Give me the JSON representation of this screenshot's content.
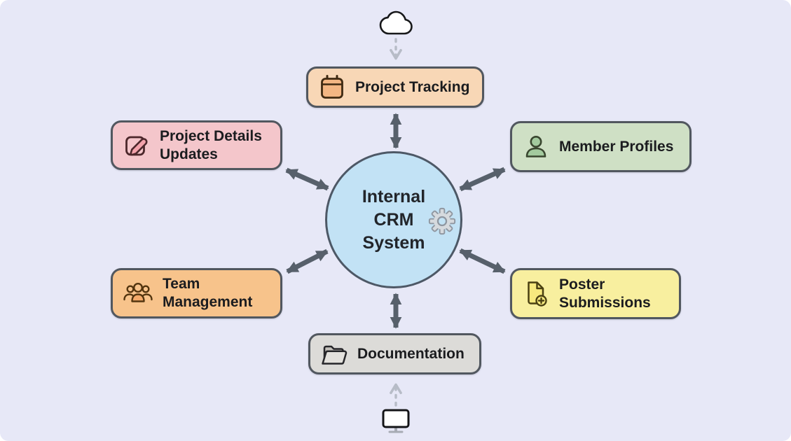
{
  "diagram": {
    "title": "Internal CRM System",
    "hub": {
      "title_lines": [
        "Internal",
        "CRM",
        "System"
      ],
      "icon": "gear-icon",
      "fill": "#c2e2f5"
    },
    "nodes": [
      {
        "id": "project-tracking",
        "label": "Project Tracking",
        "icon": "calendar-icon",
        "fill": "#f8d7b6",
        "position": "top"
      },
      {
        "id": "project-details-updates",
        "label": "Project Details Updates",
        "icon": "edit-pencil-icon",
        "fill": "#f4c6cb",
        "position": "upper-left"
      },
      {
        "id": "member-profiles",
        "label": "Member Profiles",
        "icon": "person-icon",
        "fill": "#cfe0c5",
        "position": "upper-right"
      },
      {
        "id": "team-management",
        "label": "Team Management",
        "icon": "team-people-icon",
        "fill": "#f7c38b",
        "position": "lower-left"
      },
      {
        "id": "poster-submissions",
        "label": "Poster Submissions",
        "icon": "document-add-icon",
        "fill": "#f8ef9f",
        "position": "lower-right"
      },
      {
        "id": "documentation",
        "label": "Documentation",
        "icon": "folder-open-icon",
        "fill": "#dcdbd8",
        "position": "bottom"
      }
    ],
    "external": [
      {
        "icon": "cloud-icon",
        "position": "top"
      },
      {
        "icon": "monitor-icon",
        "position": "bottom"
      }
    ],
    "edges": [
      {
        "from": "internal-crm-system",
        "to": "project-tracking",
        "type": "bidirectional"
      },
      {
        "from": "internal-crm-system",
        "to": "project-details-updates",
        "type": "bidirectional"
      },
      {
        "from": "internal-crm-system",
        "to": "member-profiles",
        "type": "bidirectional"
      },
      {
        "from": "internal-crm-system",
        "to": "team-management",
        "type": "bidirectional"
      },
      {
        "from": "internal-crm-system",
        "to": "poster-submissions",
        "type": "bidirectional"
      },
      {
        "from": "internal-crm-system",
        "to": "documentation",
        "type": "bidirectional"
      },
      {
        "from": "cloud",
        "to": "project-tracking",
        "type": "dashed"
      },
      {
        "from": "monitor",
        "to": "documentation",
        "type": "dashed"
      }
    ],
    "colors": {
      "background": "#e7e8f7",
      "arrow": "#57606b",
      "dashed_arrow": "#b7bcc7",
      "node_border": "#51575f",
      "text": "#1b1c1f"
    }
  }
}
